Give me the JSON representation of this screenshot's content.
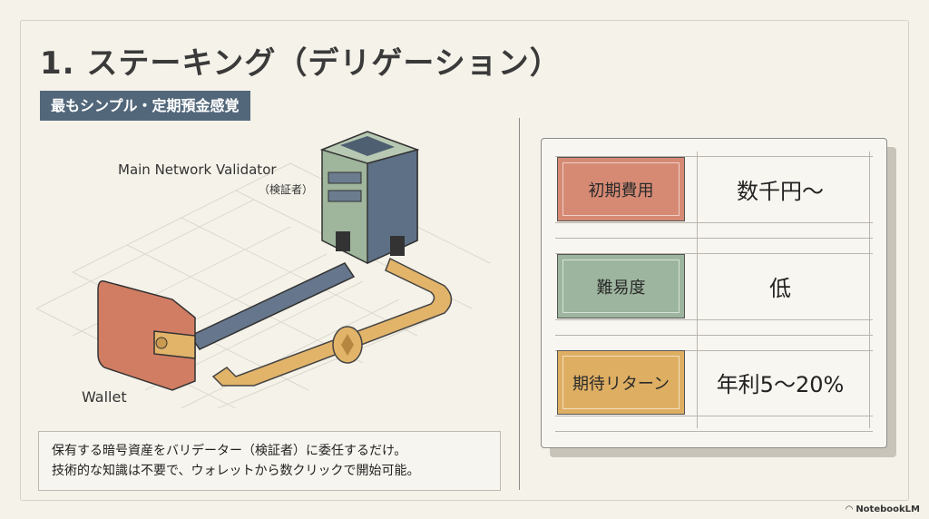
{
  "title": "1. ステーキング（デリゲーション）",
  "subtitle": "最もシンプル・定期預金感覚",
  "illustration": {
    "validator_label": "Main Network Validator",
    "validator_sub": "（検証者）",
    "wallet_label": "Wallet"
  },
  "description": [
    "保有する暗号資産をバリデーター（検証者）に委任するだけ。",
    "技術的な知識は不要で、ウォレットから数クリックで開始可能。"
  ],
  "table": [
    {
      "key": "初期費用",
      "value": "数千円〜",
      "color": "#d68a74"
    },
    {
      "key": "難易度",
      "value": "低",
      "color": "#9db59e"
    },
    {
      "key": "期待リターン",
      "value": "年利5〜20%",
      "color": "#deaf63"
    }
  ],
  "branding": "NotebookLM"
}
